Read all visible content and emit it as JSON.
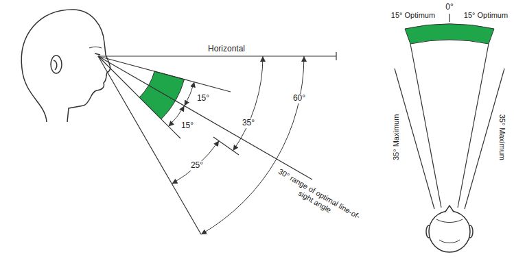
{
  "diagram": {
    "labels": [
      "Horizontal",
      "15°",
      "15°",
      "35°",
      "25°",
      "60°",
      "30° range of optimal line-of-sight angle",
      "0°",
      "15° Optimum",
      "15° Optimum",
      "35° Maximum",
      "35° Maximum"
    ]
  }
}
